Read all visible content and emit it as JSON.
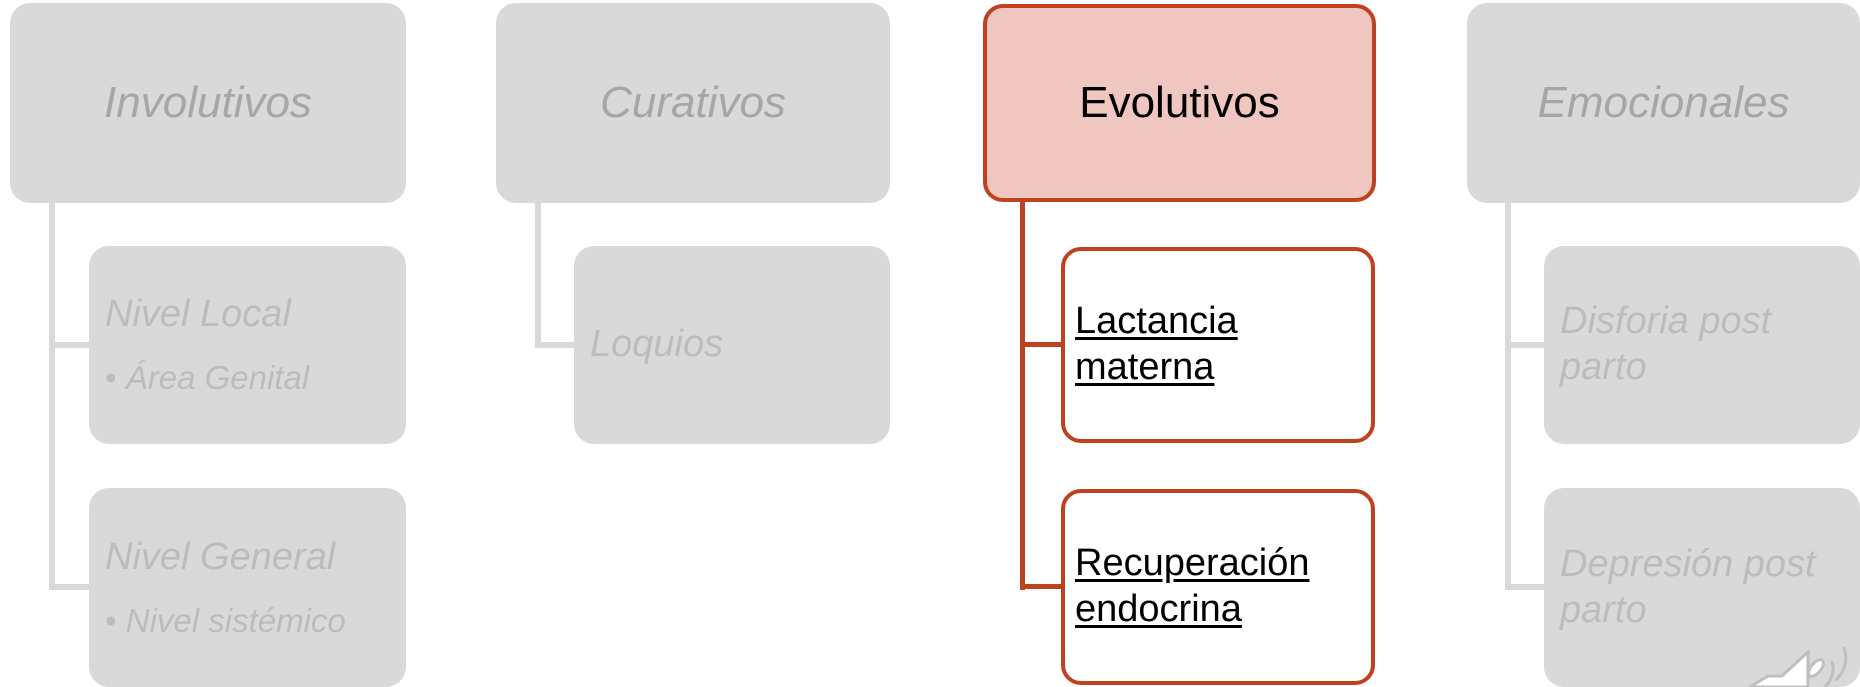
{
  "colors": {
    "inactive_fill": "#d9d9d9",
    "inactive_text": "#a6a6a6",
    "active_fill": "#f0c6c1",
    "active_border": "#c0411f"
  },
  "columns": [
    {
      "heading": "Involutivos",
      "active": false,
      "items": [
        {
          "title": "Nivel Local",
          "bullet": "Área Genital"
        },
        {
          "title": "Nivel General",
          "bullet": "Nivel sistémico"
        }
      ]
    },
    {
      "heading": "Curativos",
      "active": false,
      "items": [
        {
          "title": "Loquios"
        }
      ]
    },
    {
      "heading": "Evolutivos",
      "active": true,
      "items": [
        {
          "title": "Lactancia materna"
        },
        {
          "title": "Recuperación endocrina"
        }
      ]
    },
    {
      "heading": "Emocionales",
      "active": false,
      "items": [
        {
          "title": "Disforia post parto"
        },
        {
          "title": "Depresión post parto"
        }
      ]
    }
  ],
  "audio_icon": "speaker-icon"
}
